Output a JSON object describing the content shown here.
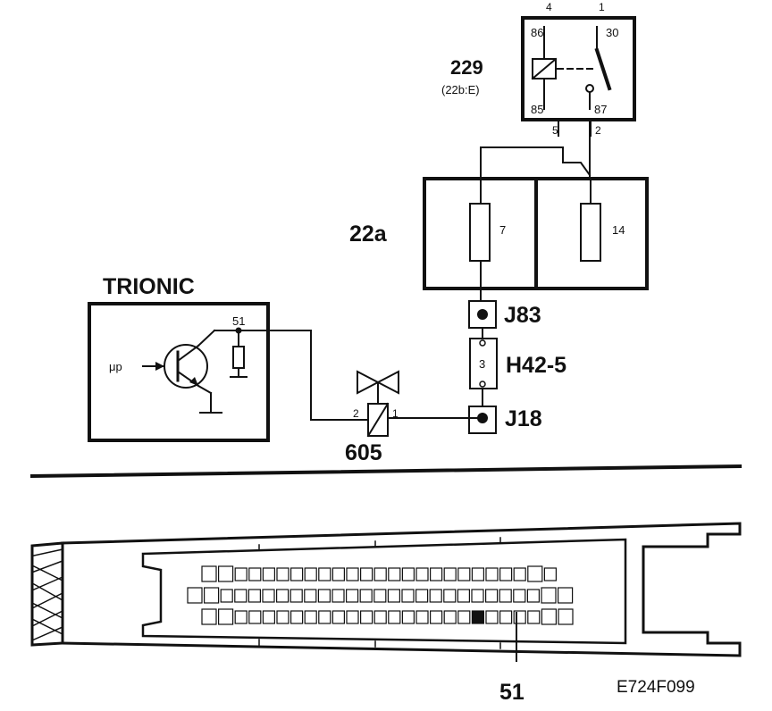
{
  "relay": {
    "name": "229",
    "location": "(22b:E)",
    "pin_top_left": "4",
    "pin_top_right": "1",
    "pin_86": "86",
    "pin_30": "30",
    "pin_85": "85",
    "pin_87": "87",
    "pin_bottom_left": "5",
    "pin_bottom_right": "2"
  },
  "fuse_box": {
    "name": "22a",
    "fuse_left": "7",
    "fuse_right": "14"
  },
  "connectors": {
    "j83": "J83",
    "h42": "H42-5",
    "h42_pin": "3",
    "j18": "J18"
  },
  "ecu": {
    "title": "TRIONIC",
    "pin": "51",
    "input_label": "μp"
  },
  "valve": {
    "name": "605",
    "pin_left": "2",
    "pin_right": "1"
  },
  "connector_view": {
    "pin_callout": "51"
  },
  "figure_code": "E724F099"
}
